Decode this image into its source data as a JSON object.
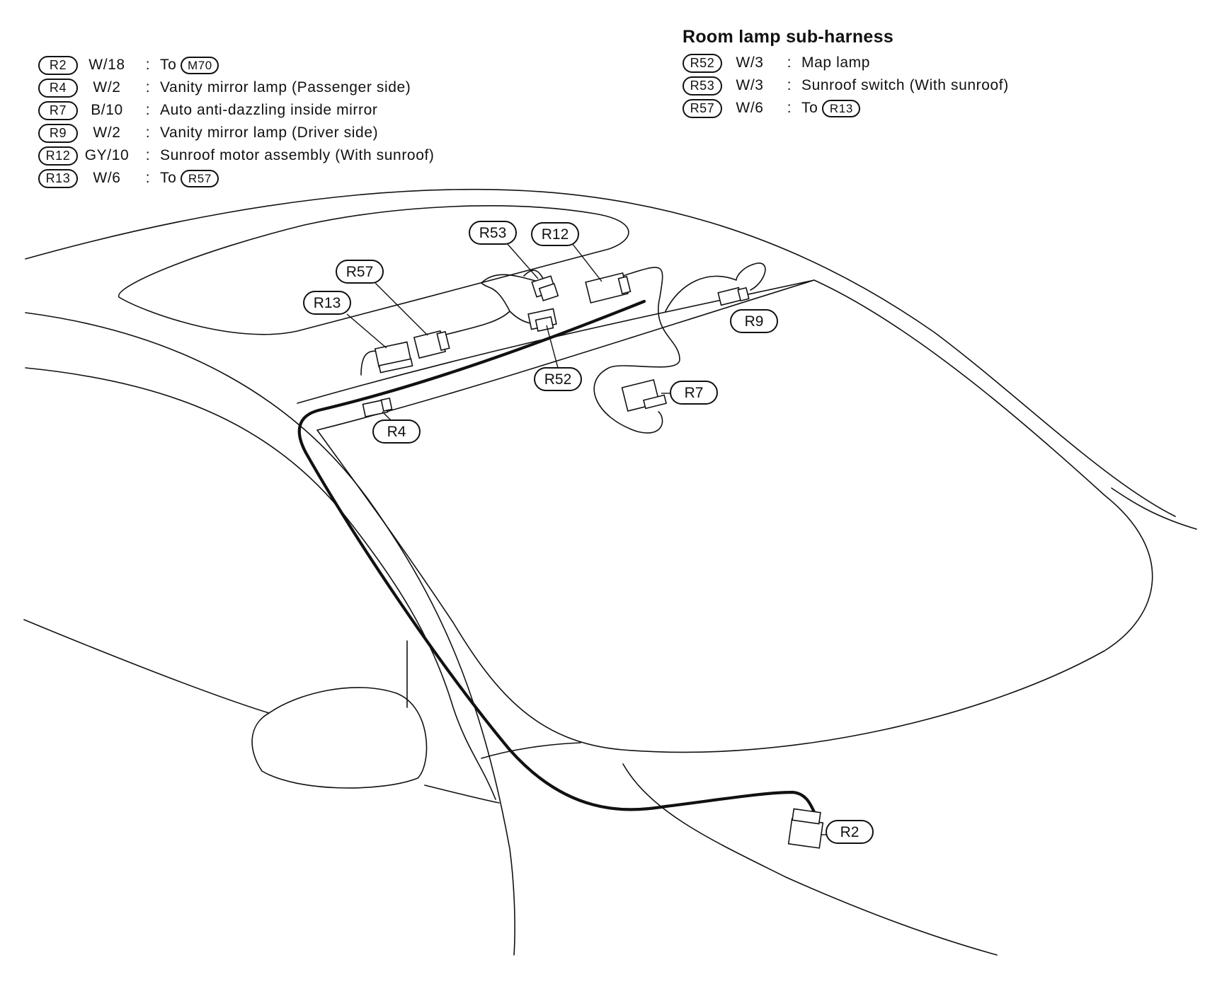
{
  "legend_main": [
    {
      "connector": "R2",
      "code": "W/18",
      "description": "To",
      "ref": "M70"
    },
    {
      "connector": "R4",
      "code": "W/2",
      "description": "Vanity mirror lamp (Passenger side)",
      "ref": ""
    },
    {
      "connector": "R7",
      "code": "B/10",
      "description": "Auto anti-dazzling inside mirror",
      "ref": ""
    },
    {
      "connector": "R9",
      "code": "W/2",
      "description": "Vanity mirror lamp (Driver side)",
      "ref": ""
    },
    {
      "connector": "R12",
      "code": "GY/10",
      "description": "Sunroof motor assembly (With sunroof)",
      "ref": ""
    },
    {
      "connector": "R13",
      "code": "W/6",
      "description": "To",
      "ref": "R57"
    }
  ],
  "legend_sub": {
    "title": "Room lamp sub-harness",
    "rows": [
      {
        "connector": "R52",
        "code": "W/3",
        "description": "Map lamp",
        "ref": ""
      },
      {
        "connector": "R53",
        "code": "W/3",
        "description": "Sunroof switch (With sunroof)",
        "ref": ""
      },
      {
        "connector": "R57",
        "code": "W/6",
        "description": "To",
        "ref": "R13"
      }
    ]
  },
  "callouts": [
    "R53",
    "R12",
    "R57",
    "R13",
    "R9",
    "R52",
    "R7",
    "R4",
    "R2"
  ],
  "colon": ":"
}
